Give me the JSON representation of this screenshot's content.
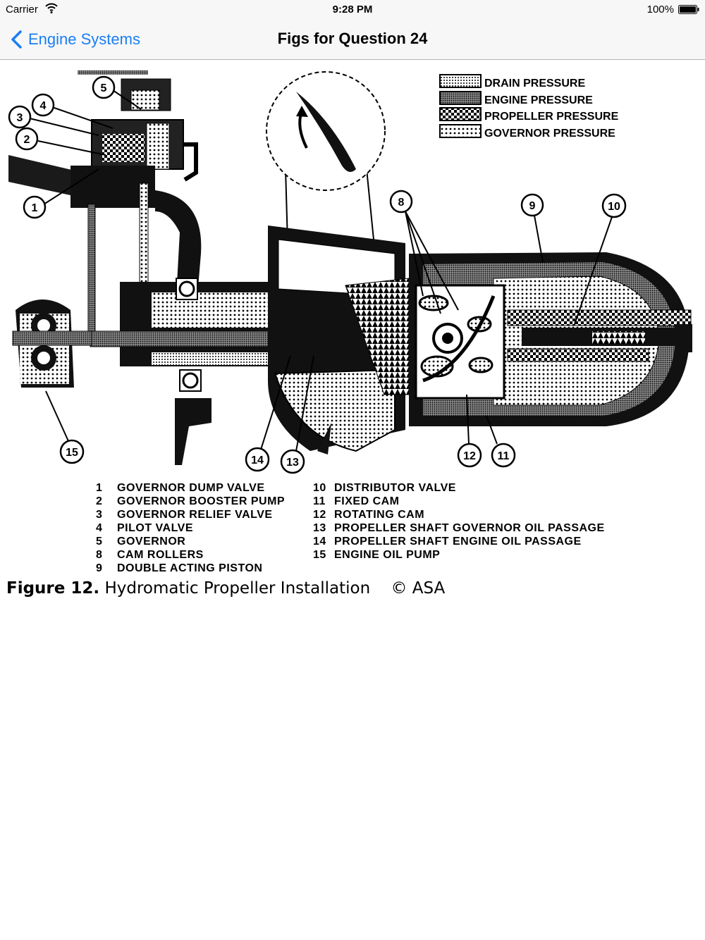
{
  "status_bar": {
    "carrier": "Carrier",
    "time": "9:28 PM",
    "battery": "100%"
  },
  "nav": {
    "back_label": "Engine Systems",
    "title": "Figs for Question 24"
  },
  "figure": {
    "legend": [
      "DRAIN PRESSURE",
      "ENGINE PRESSURE",
      "PROPELLER PRESSURE",
      "GOVERNOR PRESSURE"
    ],
    "callouts": [
      "1",
      "2",
      "3",
      "4",
      "5",
      "8",
      "9",
      "10",
      "11",
      "12",
      "13",
      "14",
      "15"
    ],
    "key_left": [
      {
        "num": "1",
        "label": "GOVERNOR DUMP VALVE"
      },
      {
        "num": "2",
        "label": "GOVERNOR BOOSTER PUMP"
      },
      {
        "num": "3",
        "label": "GOVERNOR RELIEF VALVE"
      },
      {
        "num": "4",
        "label": "PILOT VALVE"
      },
      {
        "num": "5",
        "label": "GOVERNOR"
      },
      {
        "num": "8",
        "label": "CAM ROLLERS"
      },
      {
        "num": "9",
        "label": "DOUBLE ACTING PISTON"
      }
    ],
    "key_right": [
      {
        "num": "10",
        "label": "DISTRIBUTOR VALVE"
      },
      {
        "num": "11",
        "label": "FIXED CAM"
      },
      {
        "num": "12",
        "label": "ROTATING CAM"
      },
      {
        "num": "13",
        "label": "PROPELLER SHAFT GOVERNOR OIL PASSAGE"
      },
      {
        "num": "14",
        "label": "PROPELLER SHAFT ENGINE OIL PASSAGE"
      },
      {
        "num": "15",
        "label": "ENGINE OIL PUMP"
      }
    ],
    "caption_label": "Figure 12.",
    "caption_text": "Hydromatic Propeller Installation",
    "caption_copyright": "© ASA"
  },
  "colors": {
    "accent": "#1a7ef5",
    "bar_bg": "#f7f7f7"
  }
}
